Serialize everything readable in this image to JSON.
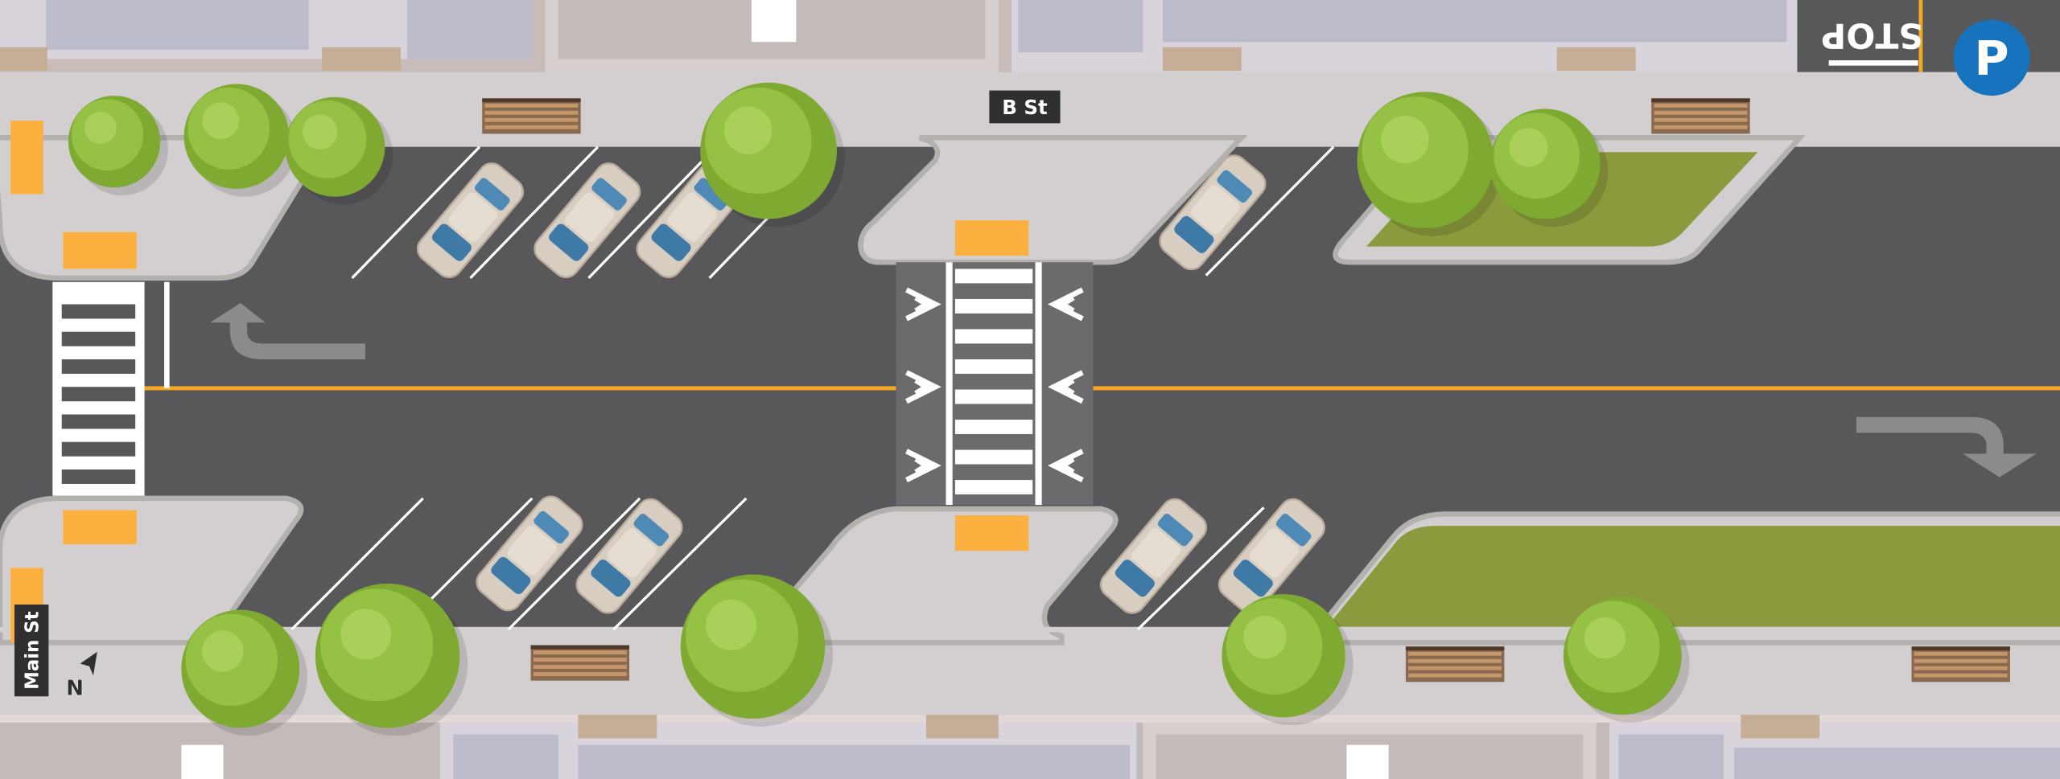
{
  "map": {
    "street_labels": {
      "b_st": "B St",
      "main_st": "Main St"
    },
    "stop_text": "STOP",
    "parking_sign": "P",
    "north_label": "N"
  },
  "colors": {
    "asphalt": "#58585a",
    "sidewalk": "#d3cfd0",
    "curb": "#b3b1ae",
    "grass": "#8a9a3c",
    "tree": "#8fb83e",
    "center_line": "#f5a623",
    "pad": "#fbb040",
    "parking_blue": "#1773be",
    "building": "#bdbccb",
    "label_bg": "#2f2f31"
  }
}
